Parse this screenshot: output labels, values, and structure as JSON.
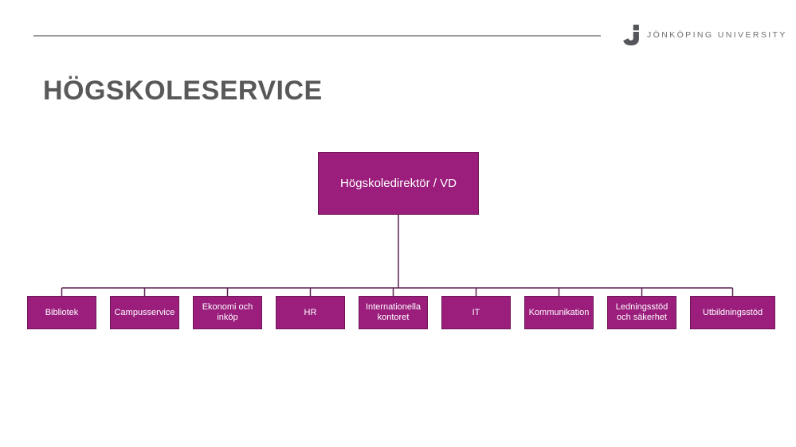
{
  "slide": {
    "title": "HÖGSKOLESERVICE"
  },
  "header": {
    "logo_text": "JÖNKÖPING UNIVERSITY",
    "logo_icon": "ju-j-logomark"
  },
  "org_chart": {
    "root": {
      "label": "Högskoledirektör / VD"
    },
    "children": [
      {
        "label": "Bibliotek"
      },
      {
        "label": "Campusservice"
      },
      {
        "label": "Ekonomi och inköp"
      },
      {
        "label": "HR"
      },
      {
        "label": "Internationella kontoret"
      },
      {
        "label": "IT"
      },
      {
        "label": "Kommunikation"
      },
      {
        "label": "Ledningsstöd och säkerhet"
      },
      {
        "label": "Utbildningsstöd"
      }
    ]
  },
  "colors": {
    "box_fill": "#9B1E7D",
    "box_border": "#6E1558",
    "connector": "#5A2150",
    "title_text": "#595959",
    "logo_text": "#6F6F6F",
    "logo_mark": "#54565B",
    "divider": "#9B9B9B",
    "box_text": "#FFFFFF"
  }
}
